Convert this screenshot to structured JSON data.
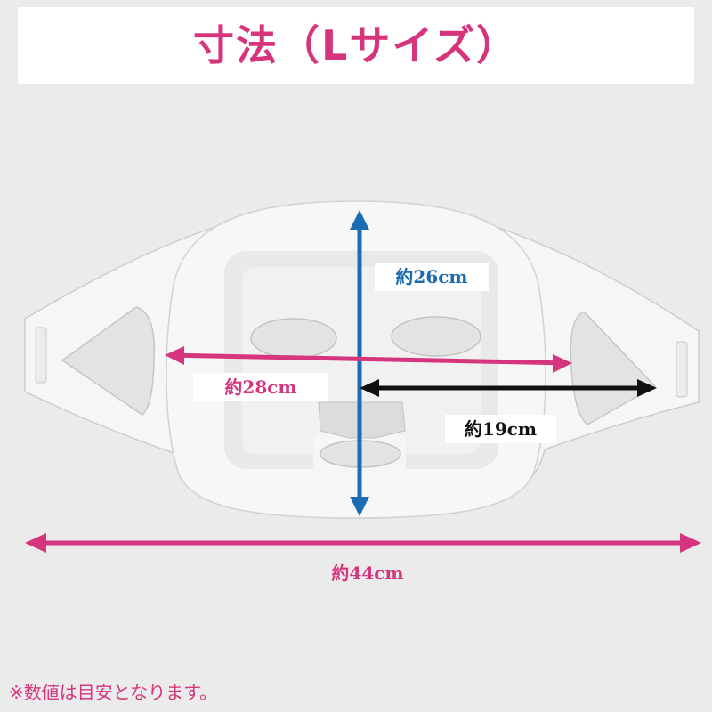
{
  "title": "寸法（Lサイズ）",
  "dimensions": {
    "height": "約26cm",
    "face_width": "約28cm",
    "half_width": "約19cm",
    "total_width": "約44cm"
  },
  "note": "※数値は目安となります。",
  "colors": {
    "background": "#ebebeb",
    "accent_pink": "#d6357d",
    "arrow_blue": "#1a6db3",
    "arrow_black": "#111111"
  }
}
